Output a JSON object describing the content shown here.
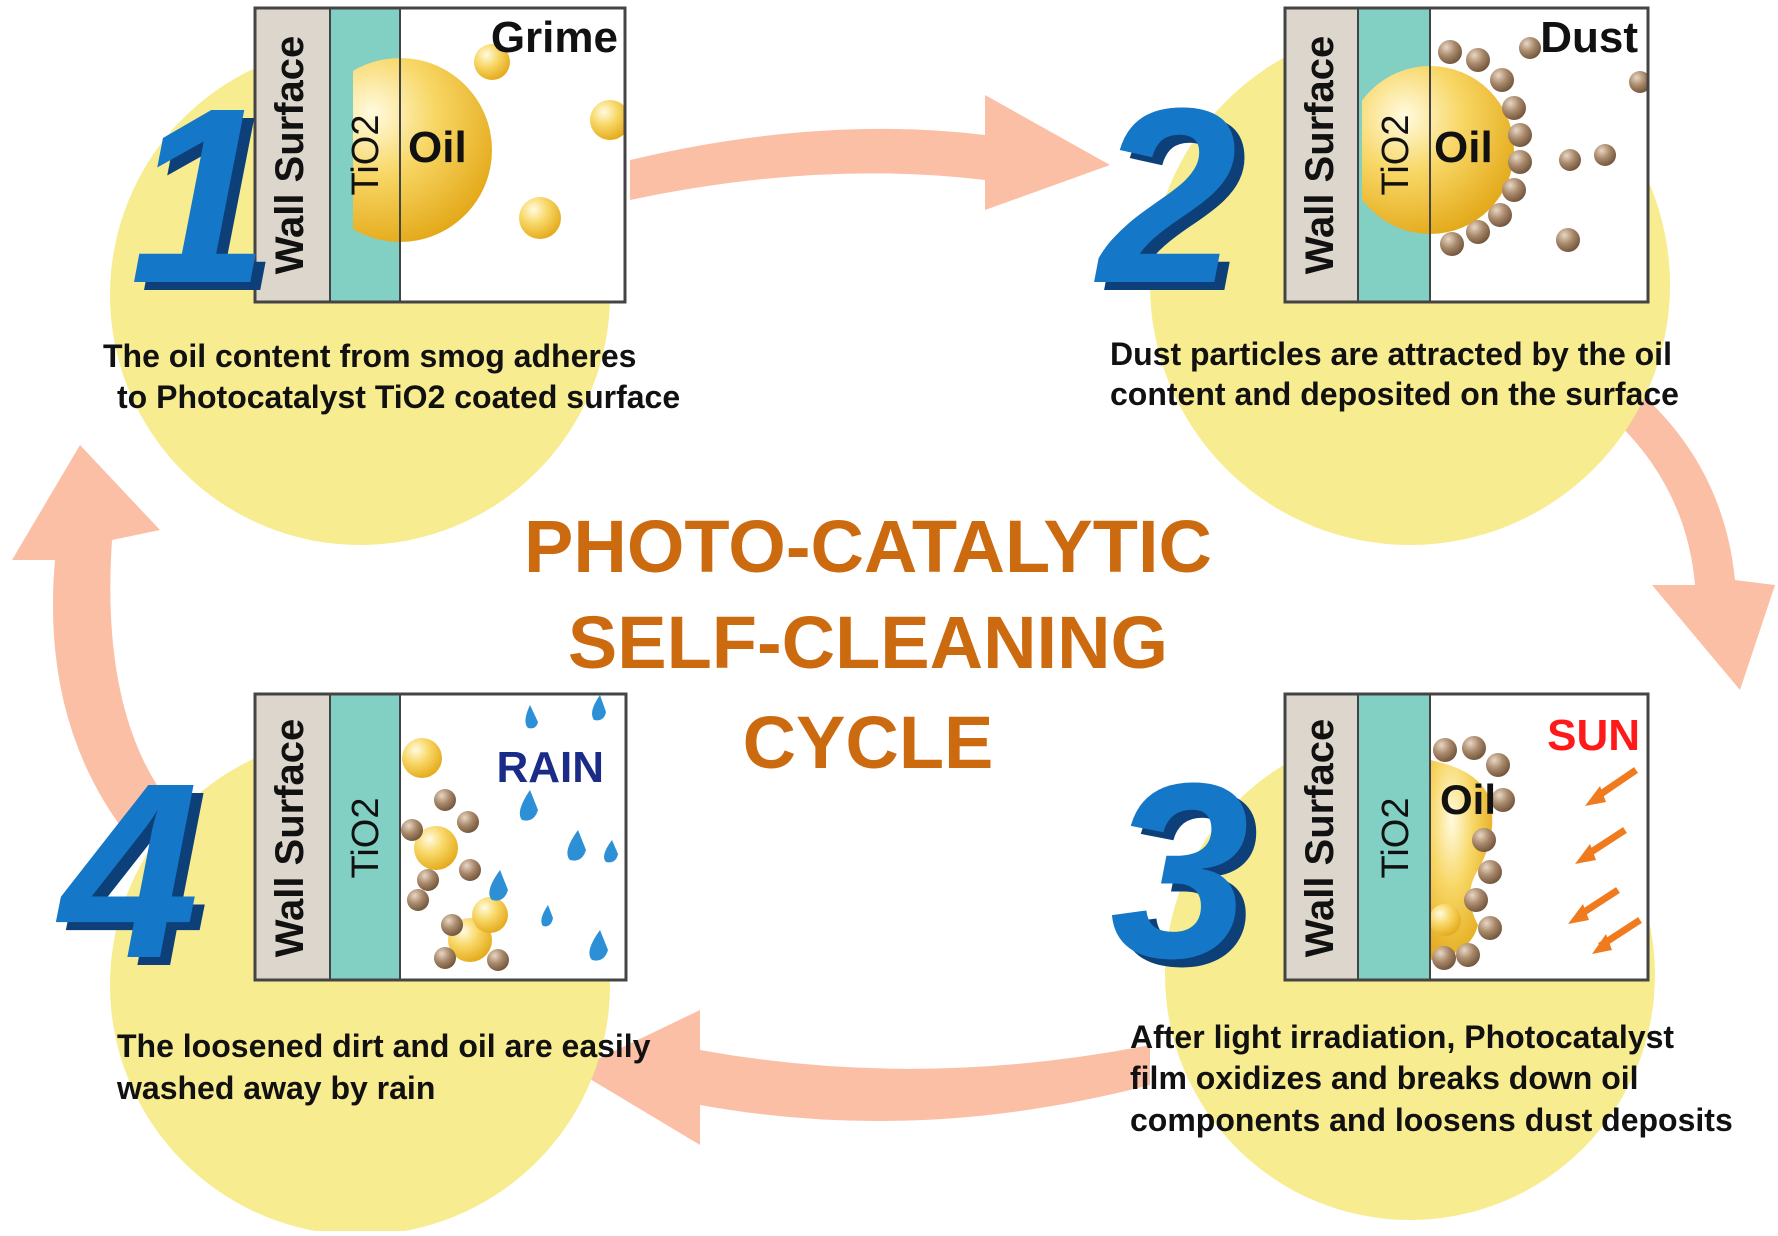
{
  "title": {
    "lines": [
      "PHOTO-CATALYTIC",
      "SELF-CLEANING",
      "CYCLE"
    ],
    "color": "#cc6a10"
  },
  "colors": {
    "circle": "#f7ec8f",
    "arrow": "#fbbfa6",
    "wall": "#ddd6cc",
    "tio2": "#82cfc4",
    "number": "#1577c7",
    "number_shadow": "#0d3f78",
    "oil": "#f3c744",
    "dust": "#9e7f62",
    "rain_drop": "#2d8fd6",
    "rain_text": "#1a2b88",
    "sun_text": "#ff1a1a",
    "sun_ray": "#f07a1e"
  },
  "steps": [
    {
      "number": "1",
      "wall_label": "Wall Surface",
      "tio2_label": "TiO2",
      "oil_label": "Oil",
      "corner_label": "Grime",
      "caption": [
        "The oil content from smog adheres",
        "to Photocatalyst TiO2 coated surface"
      ]
    },
    {
      "number": "2",
      "wall_label": "Wall Surface",
      "tio2_label": "TiO2",
      "oil_label": "Oil",
      "corner_label": "Dust",
      "caption": [
        "Dust particles are attracted by the oil",
        "content and deposited on the surface"
      ]
    },
    {
      "number": "3",
      "wall_label": "Wall Surface",
      "tio2_label": "TiO2",
      "oil_label": "Oil",
      "corner_label": "SUN",
      "caption": [
        "After light irradiation, Photocatalyst",
        "film oxidizes and breaks down oil",
        "components and loosens dust deposits"
      ]
    },
    {
      "number": "4",
      "wall_label": "Wall Surface",
      "tio2_label": "TiO2",
      "oil_label": "",
      "corner_label": "RAIN",
      "caption": [
        "The loosened dirt and oil are easily",
        "washed away by rain"
      ]
    }
  ]
}
